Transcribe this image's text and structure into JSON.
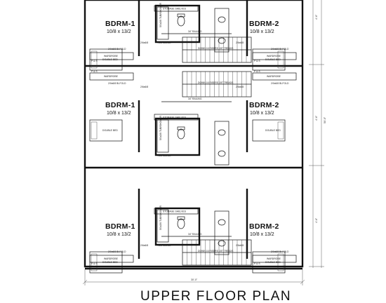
{
  "plan": {
    "title": "UPPER FLOOR PLAN",
    "overall_width_dim": "30'-0\"",
    "overall_depth_dims": [
      "4'-6\"",
      "4'-6\"",
      "50'-0\"",
      "4'-6\""
    ],
    "units": [
      {
        "rooms": [
          {
            "name": "BDRM-1",
            "dims": "10/8 x 13/2"
          },
          {
            "name": "BDRM-2",
            "dims": "10/8 x 13/2"
          }
        ],
        "notes": {
          "wardrobe": "WARDROBE",
          "pass": "P & S",
          "bifold": "2/0x6/8 BI-FOLD",
          "door": "2/6x6/8",
          "storage": "STORAGE SHELVES",
          "rail": "34\" RAILING",
          "stair": "DOWN 16 RISERS 15T TREADS",
          "bed": "DOUBLE BED",
          "tub": "5/0x2/6 TUB/SHOWER",
          "tile": "TILE LEDGE"
        }
      },
      {
        "rooms": [
          {
            "name": "BDRM-1",
            "dims": "10/8 x 13/2"
          },
          {
            "name": "BDRM-2",
            "dims": "10/8 x 13/2"
          }
        ],
        "notes": {
          "wardrobe": "WARDROBE",
          "pass": "P & S",
          "bifold": "2/0x6/8 BI-FOLD",
          "door": "2/6x6/8",
          "storage": "STORAGE SHELVES",
          "rail": "34\" RAILING",
          "stair": "DOWN 16 RISERS 15T TREADS",
          "bed": "DOUBLE BED",
          "tub": "5/0x2/6 TUB/SHOWER",
          "tile": "TILE LEDGE"
        }
      },
      {
        "rooms": [
          {
            "name": "BDRM-1",
            "dims": "10/8 x 13/2"
          },
          {
            "name": "BDRM-2",
            "dims": "10/8 x 13/2"
          }
        ],
        "notes": {
          "wardrobe": "WARDROBE",
          "pass": "P & S",
          "bifold": "2/0x6/8 BI-FOLD",
          "door": "2/6x6/8",
          "storage": "STORAGE SHELVES",
          "rail": "34\" RAILING",
          "stair": "DOWN 16 RISERS 15T TREADS",
          "bed": "DOUBLE BED",
          "tub": "5/0x2/6 TUB/SHOWER",
          "tile": "TILE LEDGE"
        }
      }
    ]
  }
}
